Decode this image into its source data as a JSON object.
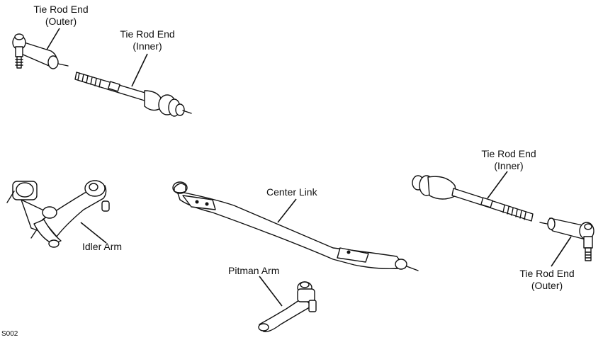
{
  "labels": {
    "tie_rod_outer_top": [
      "Tie Rod End",
      "(Outer)"
    ],
    "tie_rod_inner_top": [
      "Tie Rod End",
      "(Inner)"
    ],
    "tie_rod_inner_right": [
      "Tie Rod End",
      "(Inner)"
    ],
    "tie_rod_outer_right": [
      "Tie Rod End",
      "(Outer)"
    ],
    "center_link": "Center Link",
    "idler_arm": "Idler Arm",
    "pitman_arm": "Pitman Arm"
  },
  "figure_code": "S002"
}
